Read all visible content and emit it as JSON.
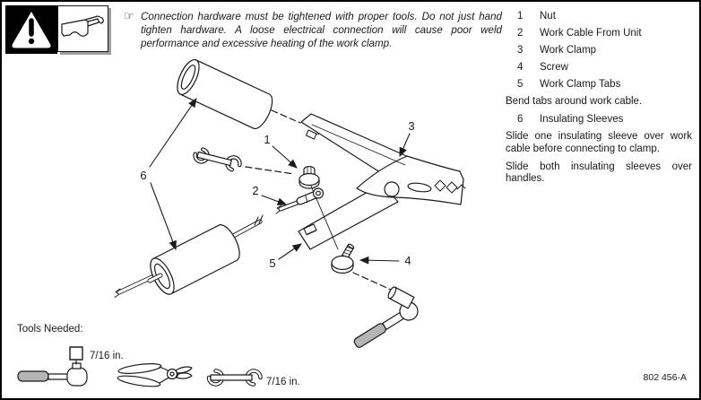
{
  "page": {
    "part_number": "802 456-A"
  },
  "header": {
    "warning_icon": "warning-triangle-icon",
    "glasses_icon": "safety-glasses-icon",
    "note_icon": "☞",
    "note_text": "Connection hardware must be tightened with proper tools. Do not just hand tighten hardware. A loose electrical connection will cause poor weld performance and excessive heating of the work clamp."
  },
  "parts_list": {
    "items": [
      {
        "num": "1",
        "label": "Nut"
      },
      {
        "num": "2",
        "label": "Work Cable From Unit"
      },
      {
        "num": "3",
        "label": "Work Clamp"
      },
      {
        "num": "4",
        "label": "Screw"
      },
      {
        "num": "5",
        "label": "Work Clamp Tabs"
      },
      {
        "num": "6",
        "label": "Insulating Sleeves"
      }
    ],
    "note_after_item_5": "Bend tabs around work cable.",
    "note_after_item_6a": "Slide one insulating sleeve over work cable before connecting to clamp.",
    "note_after_item_6b": "Slide both insulating sleeves over handles."
  },
  "diagram": {
    "callouts": [
      "1",
      "2",
      "3",
      "4",
      "5",
      "6"
    ]
  },
  "tools": {
    "heading": "Tools Needed:",
    "socket_label": "7/16 in.",
    "wrench_label": "7/16 in."
  }
}
